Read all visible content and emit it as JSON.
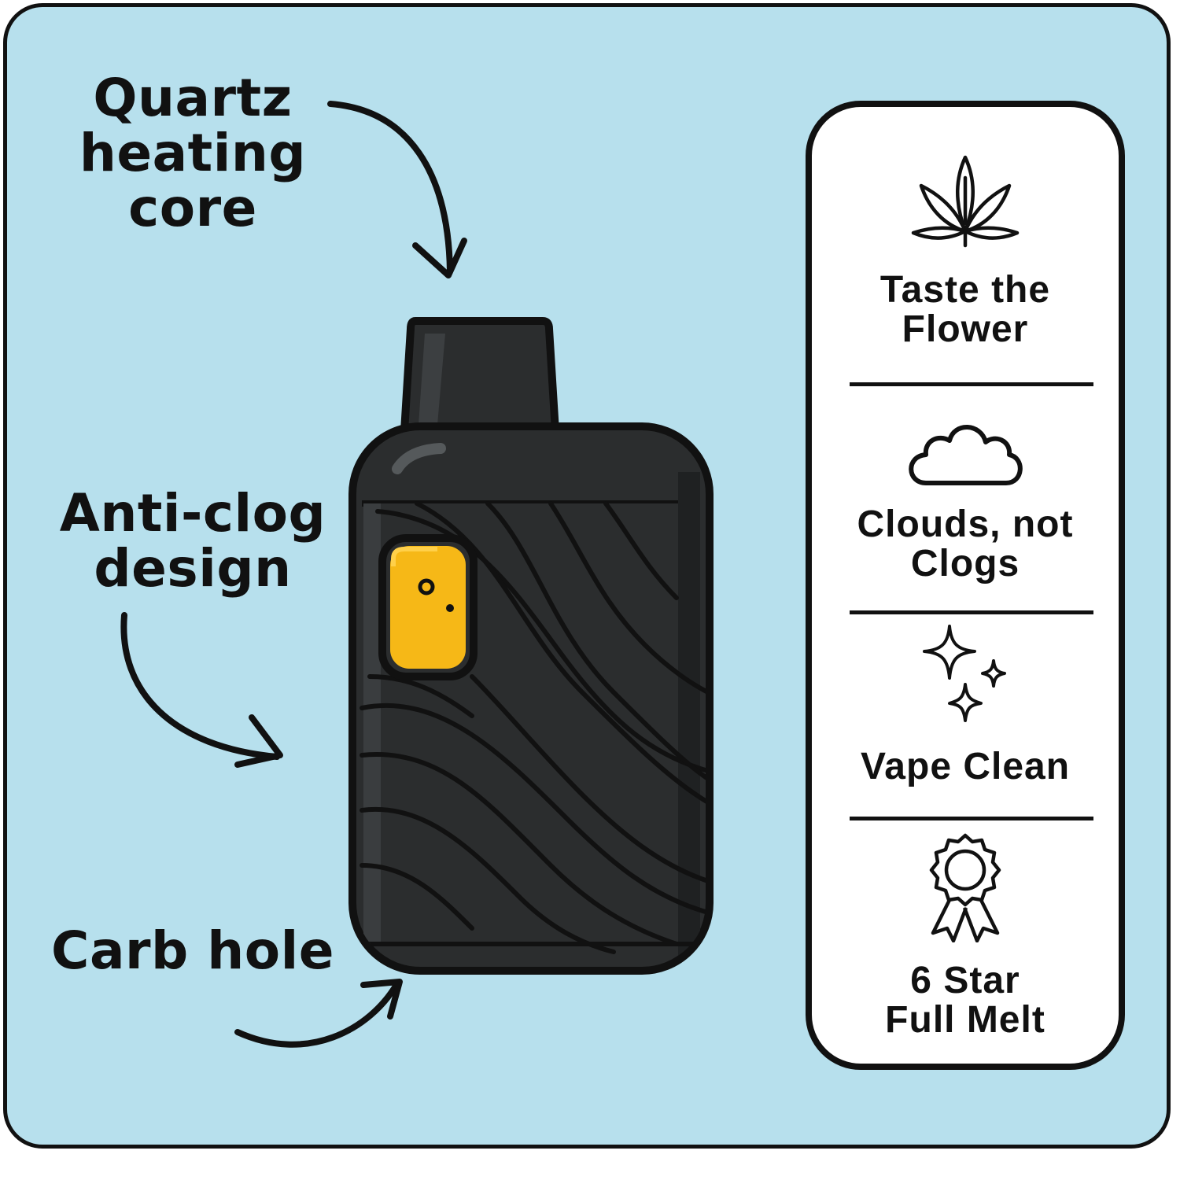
{
  "callouts": {
    "quartz": [
      "Quartz",
      "heating",
      "core"
    ],
    "anticlog": [
      "Anti-clog",
      "design"
    ],
    "carb": [
      "Carb hole"
    ]
  },
  "features": [
    {
      "icon": "cannabis-leaf-icon",
      "lines": [
        "Taste the",
        "Flower"
      ]
    },
    {
      "icon": "cloud-icon",
      "lines": [
        "Clouds, not",
        "Clogs"
      ]
    },
    {
      "icon": "sparkles-icon",
      "lines": [
        "Vape Clean"
      ]
    },
    {
      "icon": "award-ribbon-icon",
      "lines": [
        "6 Star",
        "Full Melt"
      ]
    }
  ],
  "colors": {
    "background": "#b7e0ed",
    "device_body": "#2b2d2e",
    "device_outline": "#111111",
    "window": "#f6b817",
    "card": "#ffffff"
  }
}
